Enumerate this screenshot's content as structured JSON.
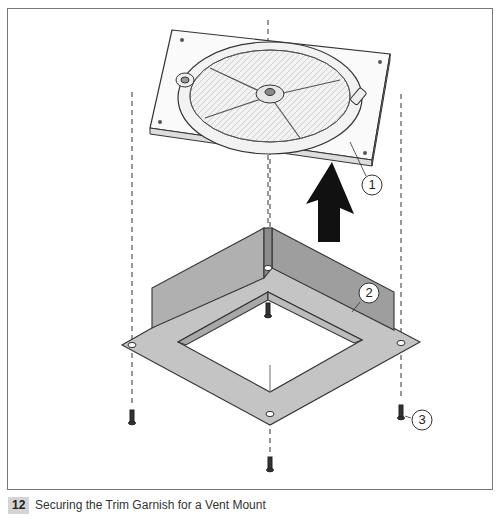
{
  "diagram": {
    "caption": "Securing the Trim Garnish for a Vent Mount",
    "labels": [
      "1",
      "2",
      "3",
      "12"
    ]
  }
}
